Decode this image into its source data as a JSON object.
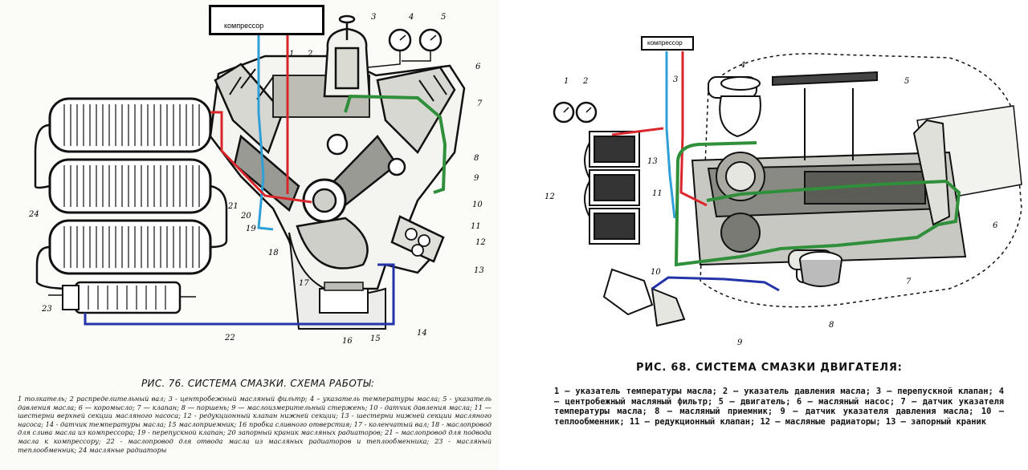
{
  "left_figure": {
    "compressor_label": "компрессор",
    "title": "РИС. 76. СИСТЕМА СМАЗКИ. СХЕМА РАБОТЫ:",
    "legend_lines": [
      "1  толкатель; 2  распределительный вал; 3 -  центробежный масляный фильтр; 4 – указатель температуры масла; 5 -  указатель давления масла; 6 — коромысло; 7 — клапан; 8 — поршень; 9 — маслоизмерительный стержень; 10 -  датчик давления масла; 11 — шестерни верхней секции масляного насоса; 12 -  редукционный клапан нижней секции; 13 -  шестерни нижней секции масляного насоса; 14 -  датчик температуры масла; 15  маслоприемник; 16  пробка сливного отверстия; 17 -  коленчатый вал; 18 -  маслопровод для слива масла из компрессора; 19 -  перепускной клапан; 20  запорный краник масляных радиаторов; 21 – маслопровод для подвода масла к компрессору; 22 -  маслопровод для отвода масла из масляных радиаторов и теплообменника; 23 -  масляный теплообменник; 24  масляные радиаторы"
    ],
    "part_numbers": [
      "1",
      "2",
      "3",
      "4",
      "5",
      "6",
      "7",
      "8",
      "9",
      "10",
      "11",
      "12",
      "13",
      "14",
      "15",
      "16",
      "17",
      "18",
      "19",
      "20",
      "21",
      "22",
      "23",
      "24"
    ]
  },
  "right_figure": {
    "compressor_label": "компрессор",
    "title": "РИС. 68. СИСТЕМА СМАЗКИ ДВИГАТЕЛЯ:",
    "legend_lines": [
      "1 — указатель температуры масла; 2 — указатель давления масла; 3 — перепускной клапан; 4 — центробежный масляный фильтр; 5 — двигатель; 6 — масляный насос; 7 — датчик указателя температуры масла; 8 — масляный приемник; 9 — датчик указателя давления масла; 10 — теплообменник; 11 — редукционный клапан; 12 — масляные радиаторы; 13 — запорный краник"
    ],
    "part_numbers": [
      "1",
      "2",
      "3",
      "4",
      "5",
      "6",
      "7",
      "8",
      "9",
      "10",
      "11",
      "12",
      "13"
    ]
  },
  "colors": {
    "red_line": "#d9262b",
    "blue_line": "#2f9fd8",
    "green_line": "#2f8f3a",
    "dark_blue_line": "#2433a8",
    "ink": "#111111"
  }
}
